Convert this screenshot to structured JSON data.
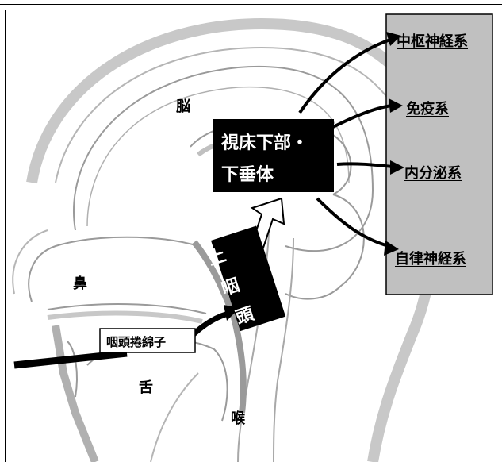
{
  "diagram": {
    "region_labels": {
      "brain": "脳",
      "nose": "鼻",
      "tongue": "舌",
      "larynx": "喉"
    },
    "hypothalamus_box": {
      "line1": "視床下部・",
      "line2": "下垂体"
    },
    "pharynx_label": [
      "上",
      "咽",
      "頭"
    ],
    "swab_label": "咽頭捲綿子",
    "systems": [
      "中枢神経系",
      "免疫系",
      "内分泌系",
      "自律神経系"
    ]
  }
}
